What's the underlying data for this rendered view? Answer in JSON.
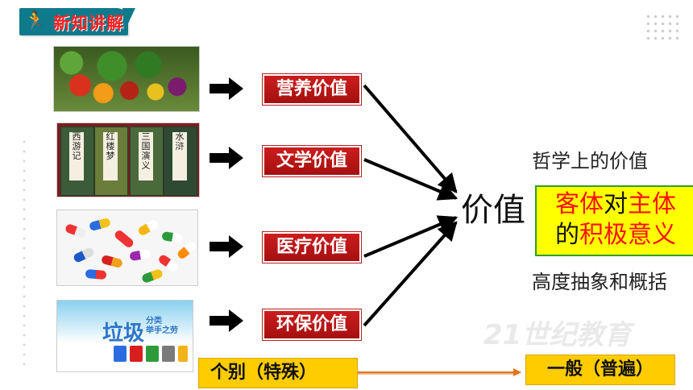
{
  "header": {
    "title": "新知讲解",
    "icon": "runner-icon"
  },
  "pictures": {
    "books": [
      "西游记",
      "红楼梦",
      "三国演义",
      "水浒"
    ],
    "garbage": {
      "title": "垃圾",
      "subtitle": "分类\n举手之劳"
    }
  },
  "values": [
    {
      "label": "营养价值"
    },
    {
      "label": "文学价值"
    },
    {
      "label": "医疗价值"
    },
    {
      "label": "环保价值"
    }
  ],
  "center": {
    "word": "价值"
  },
  "philosophy": {
    "heading": "哲学上的价值",
    "line1_a": "客体",
    "line1_b": "对",
    "line1_c": "主体",
    "line2_a": "的",
    "line2_b": "积极意义",
    "footer": "高度抽象和概括"
  },
  "bottom": {
    "left": "个别（特殊）",
    "right": "一般（普遍）"
  },
  "watermark": "21世纪教育",
  "colors": {
    "badge": "#0f7a8c",
    "label_red": "#b21515",
    "highlight": "#ffff00",
    "box_yellow": "#ffcc00",
    "arrow_orange": "#e2761a"
  }
}
